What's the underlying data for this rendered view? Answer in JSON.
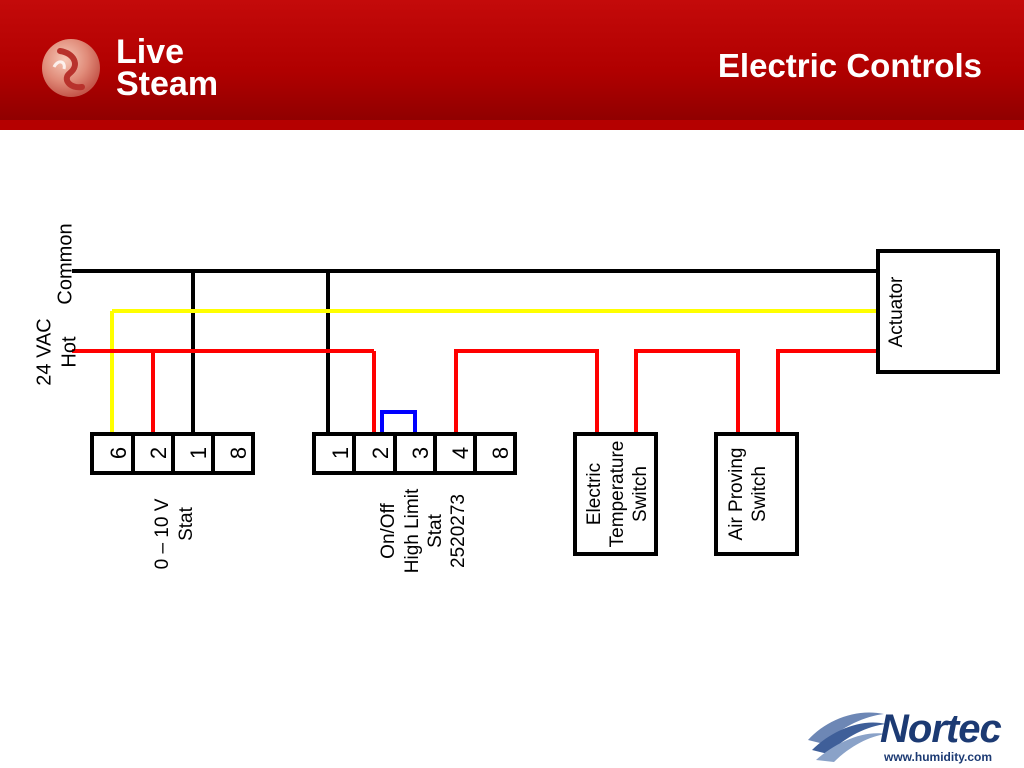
{
  "header": {
    "logo_line1": "Live",
    "logo_line2": "Steam",
    "title": "Electric Controls"
  },
  "diagram": {
    "supply_labels": {
      "common": "Common",
      "vac_24": "24 VAC",
      "hot": "Hot"
    },
    "wire_colors": {
      "common": "#000000",
      "signal": "#ffff00",
      "hot": "#ff0000",
      "jumper": "#0000ff"
    },
    "stat_terminals": [
      "6",
      "2",
      "1",
      "8"
    ],
    "stat_label": [
      "0 – 10 V",
      "Stat"
    ],
    "highlimit_terminals": [
      "1",
      "2",
      "3",
      "4",
      "8"
    ],
    "highlimit_label": [
      "On/Off",
      "High Limit",
      "Stat",
      "2520273"
    ],
    "temp_switch_label": [
      "Electric",
      "Temperature",
      "Switch"
    ],
    "air_switch_label": [
      "Air Proving",
      "Switch"
    ],
    "actuator_label": "Actuator"
  },
  "footer": {
    "brand_name": "Nortec",
    "brand_url": "www.humidity.com"
  }
}
